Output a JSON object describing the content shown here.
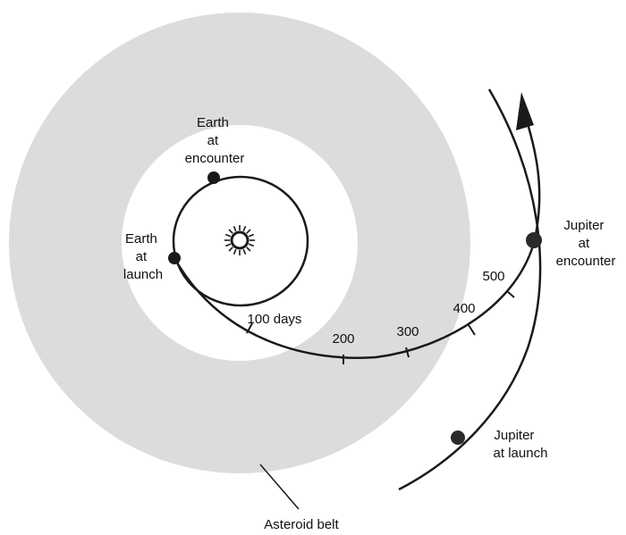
{
  "labels": {
    "earth_encounter": [
      "Earth",
      "at",
      "encounter"
    ],
    "earth_launch": [
      "Earth",
      "at",
      "launch"
    ],
    "jupiter_encounter": [
      "Jupiter",
      "at",
      "encounter"
    ],
    "jupiter_launch": [
      "Jupiter",
      "at launch"
    ],
    "asteroid_belt": "Asteroid belt"
  },
  "trajectory_ticks": [
    {
      "label": "100 days"
    },
    {
      "label": "200"
    },
    {
      "label": "300"
    },
    {
      "label": "400"
    },
    {
      "label": "500"
    }
  ],
  "colors": {
    "asteroid_belt": "#dcdcdc",
    "ink": "#1a1a1a",
    "background": "#ffffff"
  }
}
